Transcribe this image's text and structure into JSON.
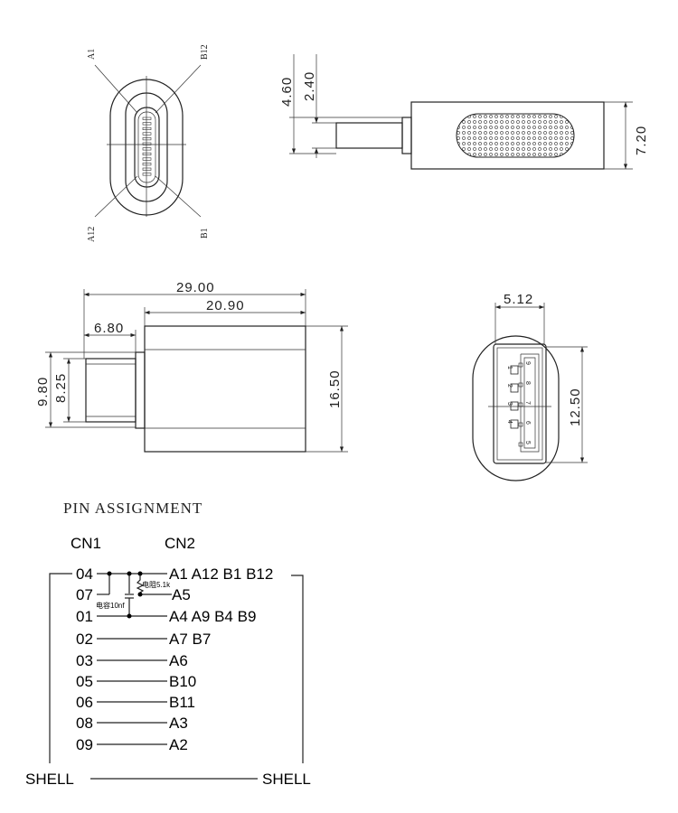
{
  "front_view": {
    "labels": {
      "top_left": "A1",
      "top_right": "B12",
      "bottom_left": "A12",
      "bottom_right": "B1"
    }
  },
  "side_view": {
    "dims": {
      "d1": "4.60",
      "d2": "2.40",
      "height": "7.20"
    }
  },
  "top_view": {
    "dims": {
      "total_length": "29.00",
      "body_length": "20.90",
      "plug_length": "6.80",
      "flange_height": "9.80",
      "plug_height": "8.25",
      "body_height": "16.50"
    }
  },
  "usb_a_view": {
    "dims": {
      "width": "5.12",
      "height": "12.50"
    },
    "pins": [
      "1",
      "2",
      "3",
      "4",
      "5",
      "6",
      "7",
      "8",
      "9"
    ]
  },
  "pin_assignment": {
    "title": "PIN ASSIGNMENT",
    "cn1_header": "CN1",
    "cn2_header": "CN2",
    "resistor_label": "电阻5.1k",
    "capacitor_label": "电容10nf",
    "rows": [
      {
        "cn1": "04",
        "cn2": "A1 A12 B1 B12"
      },
      {
        "cn1": "07",
        "cn2": "A5"
      },
      {
        "cn1": "01",
        "cn2": "A4 A9 B4 B9"
      },
      {
        "cn1": "02",
        "cn2": "A7 B7"
      },
      {
        "cn1": "03",
        "cn2": "A6"
      },
      {
        "cn1": "05",
        "cn2": "B10"
      },
      {
        "cn1": "06",
        "cn2": "B11"
      },
      {
        "cn1": "08",
        "cn2": "A3"
      },
      {
        "cn1": "09",
        "cn2": "A2"
      }
    ],
    "shell_left": "SHELL",
    "shell_right": "SHELL"
  }
}
